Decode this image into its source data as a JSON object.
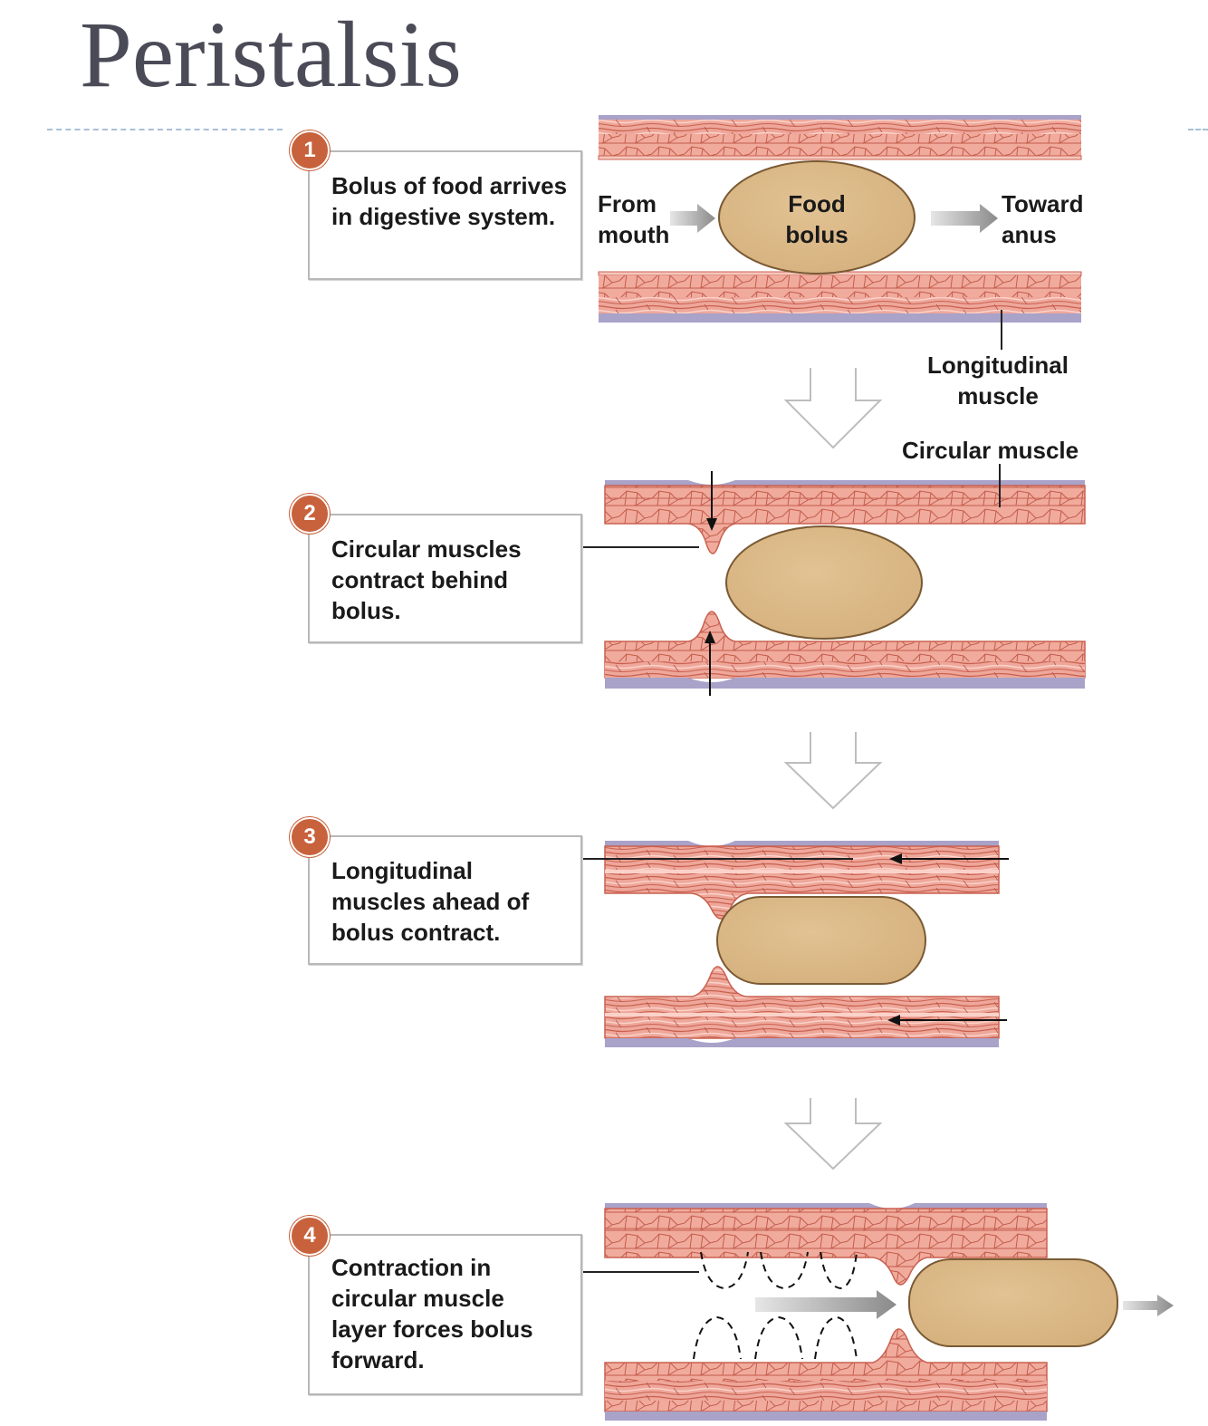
{
  "title": "Peristalsis",
  "steps": [
    {
      "number": "1",
      "text": "Bolus of food arrives in digestive system."
    },
    {
      "number": "2",
      "text": "Circular muscles contract behind bolus."
    },
    {
      "number": "3",
      "text": "Longitudinal muscles ahead of bolus contract."
    },
    {
      "number": "4",
      "text": "Contraction in circular muscle layer forces bolus forward."
    }
  ],
  "labels": {
    "from_mouth": "From mouth",
    "food_bolus": "Food bolus",
    "toward_anus": "Toward anus",
    "longitudinal_muscle": "Longitudinal muscle",
    "circular_muscle": "Circular muscle"
  },
  "colors": {
    "muscle": "#e8988a",
    "muscle_dark": "#c9604f",
    "serosa": "#a9a2c9",
    "bolus": "#d9b886",
    "bolus_edge": "#7a5a34",
    "step_badge": "#c8623c",
    "arrow_gray": "#8c8c8c"
  }
}
